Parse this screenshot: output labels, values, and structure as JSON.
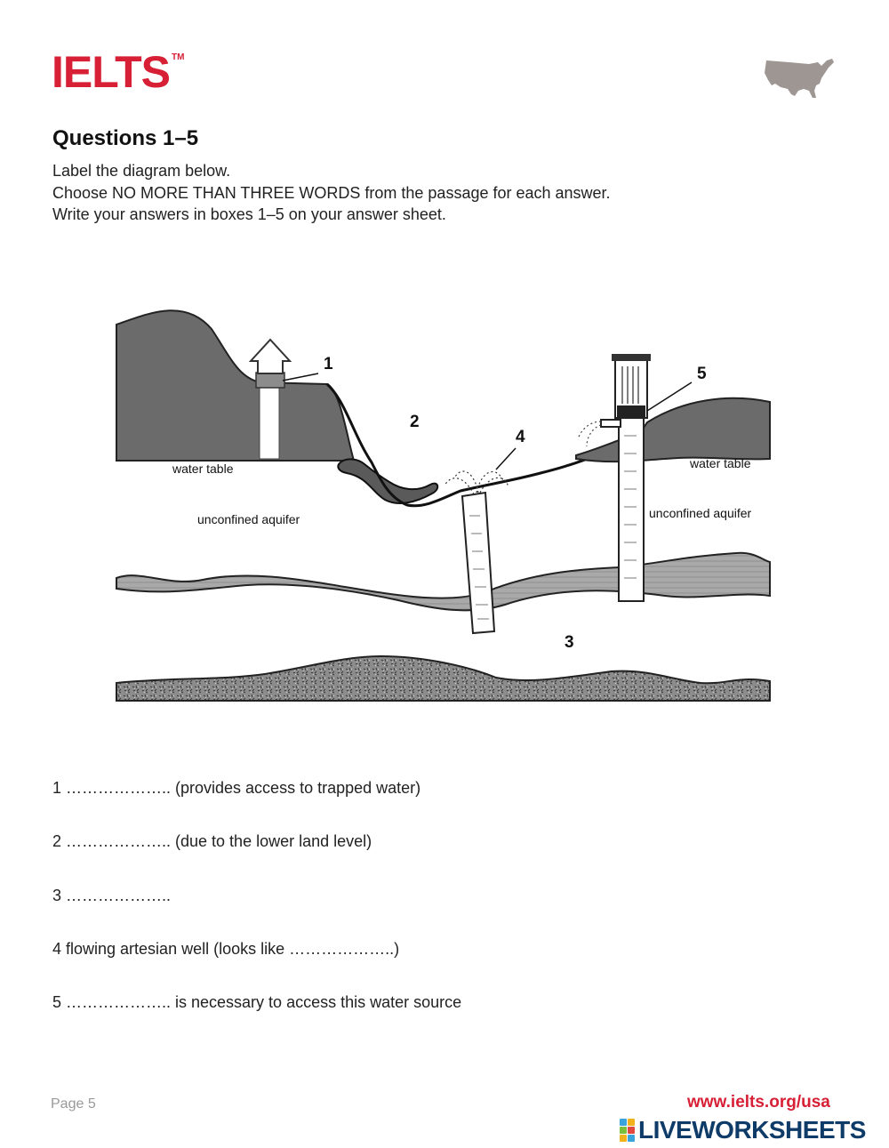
{
  "header": {
    "logo_text": "IELTS",
    "logo_tm": "TM",
    "brand_color": "#d71f35",
    "map_icon": "usa-map-icon"
  },
  "section": {
    "heading": "Questions 1–5",
    "instructions": [
      "Label the diagram below.",
      "Choose NO MORE THAN THREE WORDS from the passage for each answer.",
      "Write your answers in boxes 1–5 on your answer sheet."
    ]
  },
  "diagram": {
    "labels": {
      "n1": "1",
      "n2": "2",
      "n3": "3",
      "n4": "4",
      "n5": "5",
      "water_table_left": "water table",
      "water_table_right": "water table",
      "aquifer_left": "unconfined aquifer",
      "aquifer_right": "unconfined aquifer"
    }
  },
  "questions": [
    "1 ……………….. (provides access to trapped water)",
    "2 ……………….. (due to the lower land level)",
    "3 ………………..",
    "4 flowing artesian well (looks like ………………..)",
    "5 ……………….. is necessary to access this water source"
  ],
  "footer": {
    "page": "Page 5",
    "url": "www.ielts.org/usa",
    "liveworksheets": "LIVEWORKSHEETS"
  }
}
